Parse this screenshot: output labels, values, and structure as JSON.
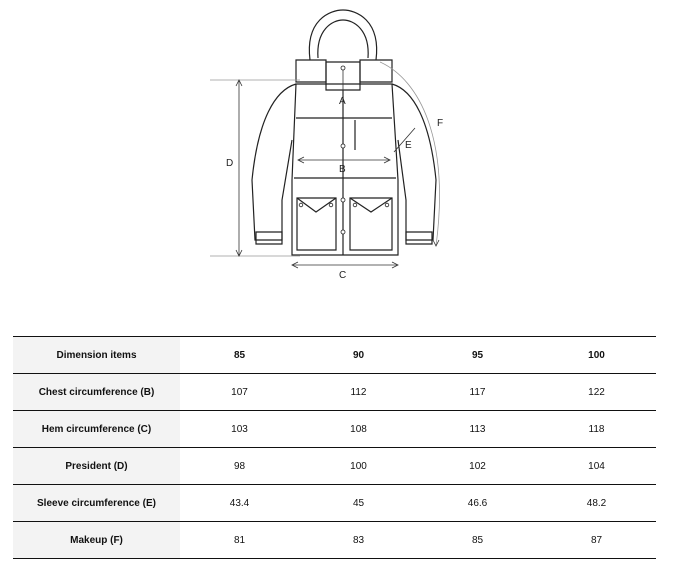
{
  "diagram": {
    "labels": {
      "a": "A",
      "b": "B",
      "c": "C",
      "d": "D",
      "e": "E",
      "f": "F"
    }
  },
  "table": {
    "header_label": "Dimension items",
    "sizes": [
      "85",
      "90",
      "95",
      "100"
    ],
    "rows": [
      {
        "label": "Chest circumference (B)",
        "values": [
          "107",
          "112",
          "117",
          "122"
        ]
      },
      {
        "label": "Hem circumference (C)",
        "values": [
          "103",
          "108",
          "113",
          "118"
        ]
      },
      {
        "label": "President (D)",
        "values": [
          "98",
          "100",
          "102",
          "104"
        ]
      },
      {
        "label": "Sleeve circumference (E)",
        "values": [
          "43.4",
          "45",
          "46.6",
          "48.2"
        ]
      },
      {
        "label": "Makeup (F)",
        "values": [
          "81",
          "83",
          "85",
          "87"
        ]
      }
    ]
  }
}
